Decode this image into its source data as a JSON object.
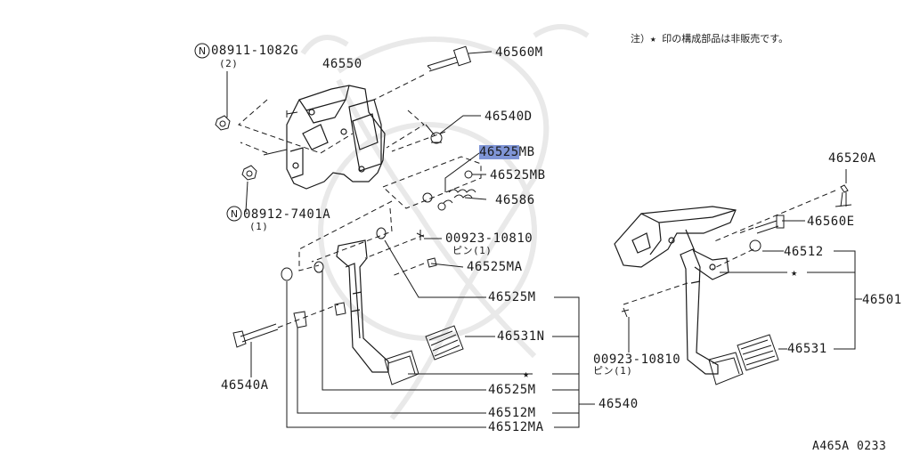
{
  "note": "注）★ 印の構成部品は非販売です。",
  "highlight_color": "#7f95d6",
  "diagram_ref": "A465A 0233",
  "labels": {
    "n08911": "08911-1082G",
    "n08911_qty": "(2)",
    "p46550": "46550",
    "p46560M": "46560M",
    "p46540D": "46540D",
    "p46525MB_hl": "46525",
    "p46525MB_suffix": "MB",
    "p46525MB_2": "46525MB",
    "p46586": "46586",
    "n08912": "08912-7401A",
    "n08912_qty": "(1)",
    "p00923_a": "00923-10810",
    "pin_a": "ピン(1)",
    "p46525MA": "46525MA",
    "p46525M": "46525M",
    "p46531N": "46531N",
    "star_a": "★",
    "p46540A": "46540A",
    "p46525M_2": "46525M",
    "p46540": "46540",
    "p46512M": "46512M",
    "p46512MA": "46512MA",
    "p46520A": "46520A",
    "p46560E": "46560E",
    "p46512": "46512",
    "star_b": "★",
    "p46501": "46501",
    "p00923_b": "00923-10810",
    "pin_b": "ピン(1)",
    "p46531": "46531"
  }
}
